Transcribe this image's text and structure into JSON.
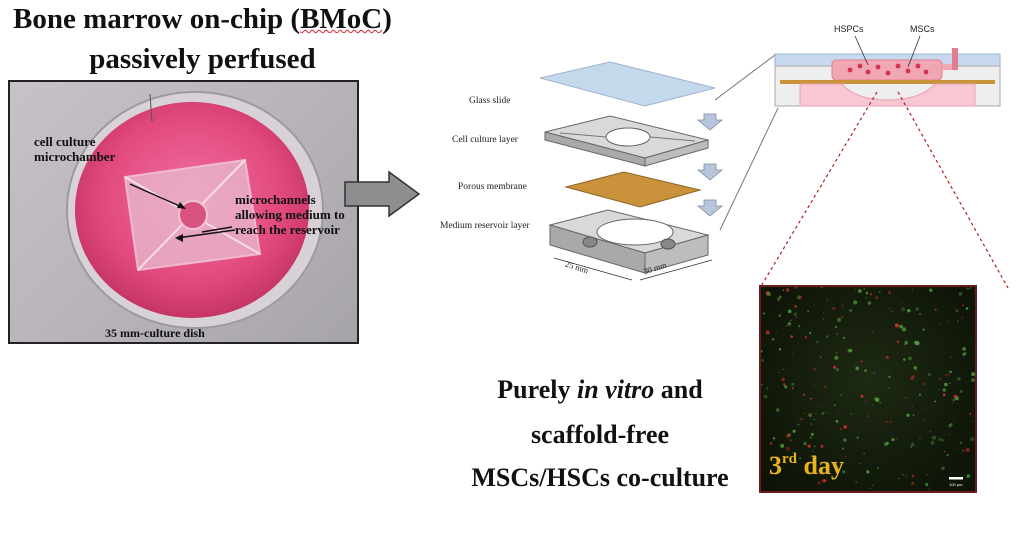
{
  "title": {
    "line1_prefix": "Bone marrow on-chip (",
    "line1_abbrev": "BMoC",
    "line1_suffix": ")",
    "line2": "passively perfused"
  },
  "photo": {
    "chamber_label": "cell culture\nmicrochamber",
    "channels_label": "microchannels\nallowing medium to\nreach the reservoir",
    "dish_label": "35 mm-culture dish"
  },
  "exploded_view": {
    "layers": [
      "Glass slide",
      "Cell culture layer",
      "Porous membrane",
      "Medium reservoir layer"
    ],
    "dim_width": "25 mm",
    "dim_length": "30 mm"
  },
  "cross_section": {
    "label_hspcs": "HSPCs",
    "label_mscs": "MSCs"
  },
  "micrograph": {
    "day_number": "3",
    "day_suffix": "rd",
    "day_word": " day",
    "scale_bar": "100 µm"
  },
  "summary": {
    "line1_pre": "Purely ",
    "line1_em": "in vitro",
    "line1_post": " and",
    "line2": "scaffold-free",
    "line3": "MSCs/HSCs co-culture"
  },
  "colors": {
    "dish_pink": "#e2497e",
    "membrane": "#c9923b",
    "glass": "#bcd3ea",
    "day_label": "#e8b21c"
  }
}
